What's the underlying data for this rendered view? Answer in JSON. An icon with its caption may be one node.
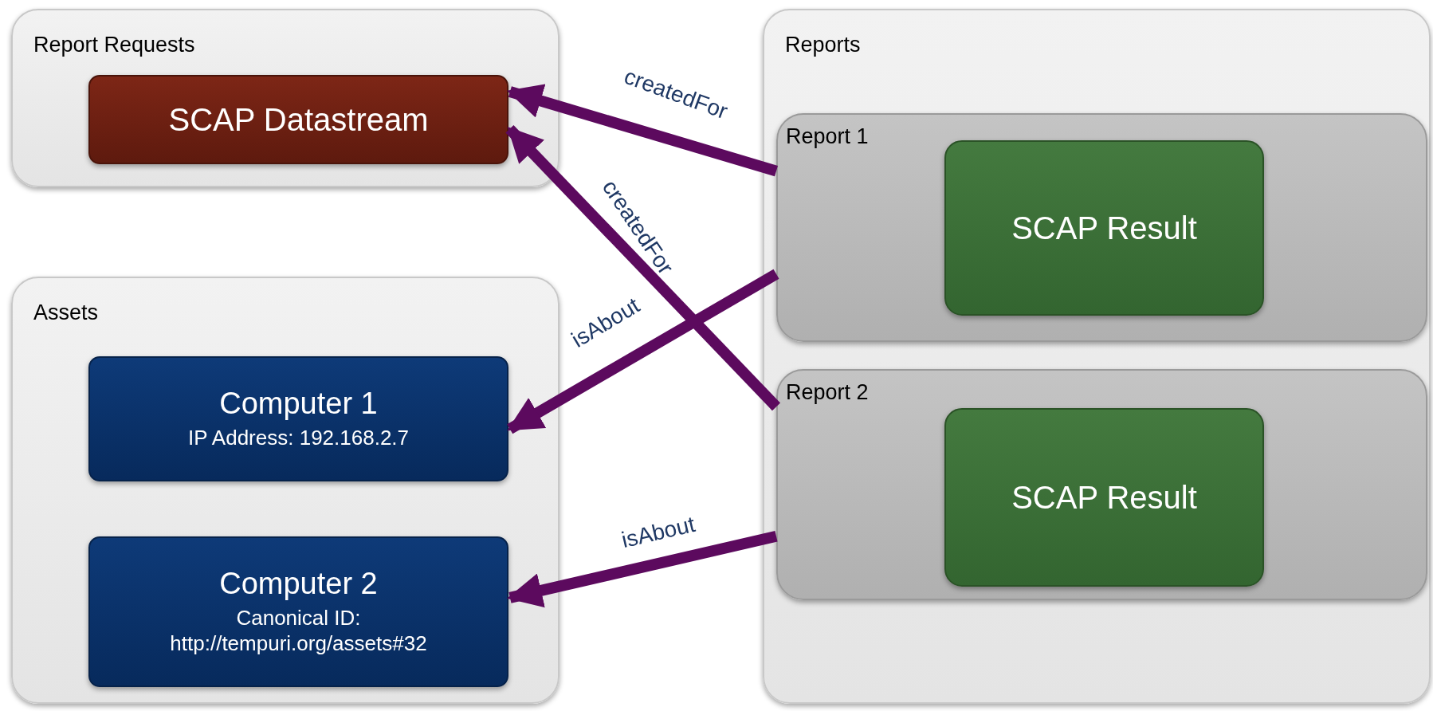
{
  "diagram": {
    "nodes": [
      {
        "text": [
          "Report Requests"
        ]
      },
      {
        "text": [
          "SCAP Datastream"
        ],
        "in": 0
      },
      {
        "text": [
          "Reports"
        ]
      },
      {
        "text": [
          "Report 1"
        ],
        "in": 2
      },
      {
        "text": [
          "SCAP Result"
        ],
        "in": 3
      },
      {
        "text": [
          "Report 2"
        ],
        "in": 2
      },
      {
        "text": [
          "SCAP Result"
        ],
        "in": 5
      },
      {
        "text": [
          "Assets"
        ]
      },
      {
        "text": [
          "Computer 1",
          "IP Address: 192.168.2.7"
        ],
        "in": 7
      },
      {
        "text": [
          "Computer 2",
          "Canonical ID: http://tempuri.org/assets#32"
        ],
        "in": 7
      }
    ],
    "edges": [
      {
        "from": 3,
        "to": 1,
        "arrow": "to",
        "label": "createdFor"
      },
      {
        "from": 5,
        "to": 1,
        "arrow": "to",
        "label": "createdFor"
      },
      {
        "from": 3,
        "to": 8,
        "arrow": "to",
        "label": "isAbout"
      },
      {
        "from": 5,
        "to": 9,
        "arrow": "to",
        "label": "isAbout"
      }
    ]
  }
}
